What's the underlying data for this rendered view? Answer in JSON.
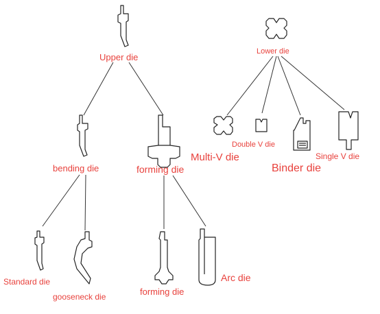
{
  "nodes": {
    "upper_die": "Upper die",
    "lower_die": "Lower die",
    "bending_die": "bending die",
    "forming_die_top": "forming die",
    "multi_v_die": "Multi-V die",
    "double_v_die": "Double V die",
    "binder_die": "Binder die",
    "single_v_die": "Single V die",
    "standard_die": "Standard die",
    "gooseneck_die": "gooseneck die",
    "forming_die_bottom": "forming die",
    "arc_die": "Arc die"
  },
  "colors": {
    "label": "#e8413c",
    "line": "#222222"
  }
}
